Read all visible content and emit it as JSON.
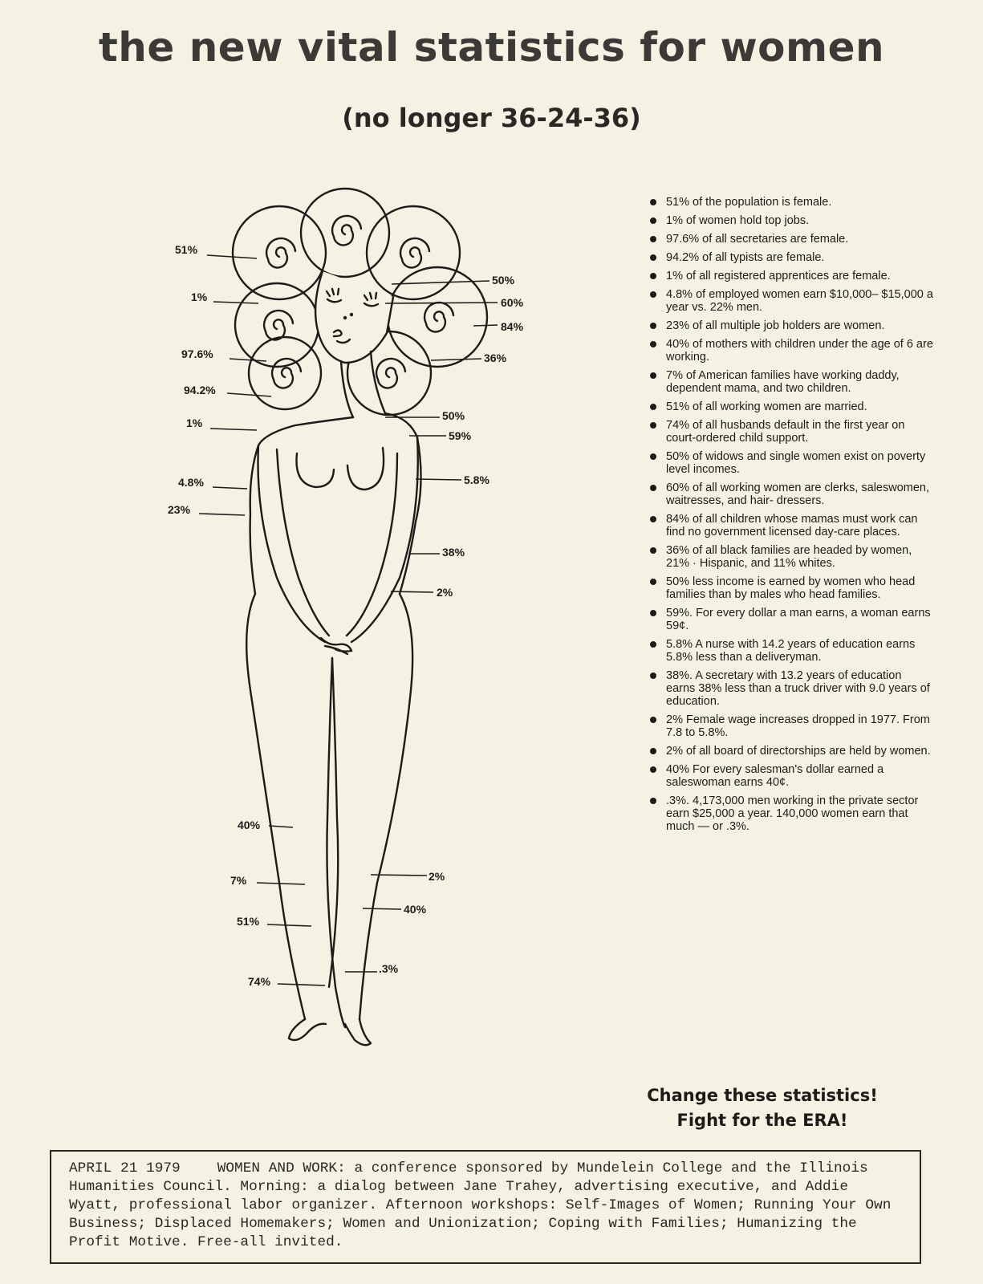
{
  "header": {
    "title": "the new vital statistics for women",
    "subtitle": "(no longer 36-24-36)"
  },
  "figure_labels": {
    "left": [
      "51%",
      "1%",
      "97.6%",
      "94.2%",
      "1%",
      "4.8%",
      "23%",
      "40%",
      "7%",
      "51%",
      "74%"
    ],
    "right": [
      "50%",
      "60%",
      "84%",
      "36%",
      "50%",
      "59%",
      "5.8%",
      "38%",
      "2%",
      "2%",
      "40%",
      ".3%"
    ]
  },
  "facts": [
    "51% of the population is female.",
    "1% of women hold top jobs.",
    "97.6% of all secretaries are female.",
    "94.2% of all typists are female.",
    "1% of all registered apprentices are female.",
    "4.8% of employed women earn $10,000– $15,000 a year vs. 22% men.",
    "23% of all multiple job holders are women.",
    "40% of mothers with children under the age of 6 are working.",
    "7% of American families have working daddy, dependent mama, and two children.",
    "51% of all working women are married.",
    "74% of all husbands default in the first year on court-ordered child support.",
    "50% of widows and single women exist on poverty level incomes.",
    "60% of all working women are clerks, saleswomen, waitresses, and hair- dressers.",
    "84% of all children whose mamas must work can find no government licensed day-care places.",
    "36% of all black families are headed by women, 21% · Hispanic, and 11% whites.",
    "50% less income is earned by women who head families than by males who head families.",
    "59%. For every dollar a man earns, a woman earns 59¢.",
    "5.8% A nurse with 14.2 years of education earns 5.8% less than a deliveryman.",
    "38%. A secretary with 13.2 years of education earns 38% less than a truck driver with 9.0 years of education.",
    "2% Female wage increases dropped in 1977. From 7.8 to 5.8%.",
    "2% of all board of directorships are held by women.",
    "40% For every salesman's dollar earned a saleswoman earns 40¢.",
    ".3%. 4,173,000 men working in the private sector earn $25,000 a year. 140,000 women earn that much — or .3%."
  ],
  "cta": {
    "line1": "Change these statistics!",
    "line2": "Fight for the ERA!"
  },
  "notice": {
    "date": "APRIL 21 1979",
    "body": "WOMEN AND WORK: a conference sponsored by Mundelein College and the Illinois Humanities Council. Morning: a dialog between Jane Trahey, advertising executive, and Addie Wyatt, professional labor organizer. Afternoon workshops: Self-Images of Women; Running Your Own Business; Displaced Homemakers; Women and Unionization; Coping with Families; Humanizing the Profit Motive. Free-all invited."
  }
}
